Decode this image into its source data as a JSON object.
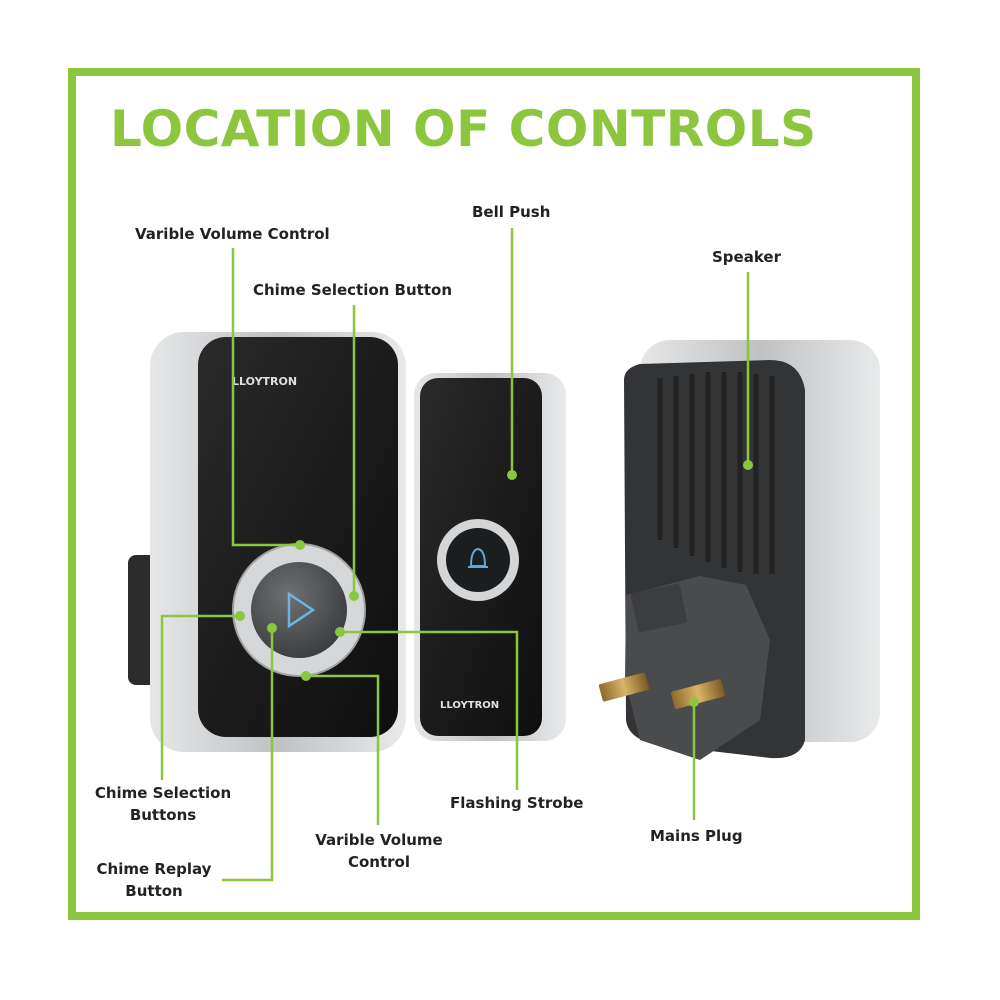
{
  "title": "LOCATION OF CONTROLS",
  "brand": "LLOYTRON",
  "labels": {
    "volume_top": "Varible Volume Control",
    "bell_push": "Bell Push",
    "chime_selection_button": "Chime Selection Button",
    "speaker": "Speaker",
    "chime_selection_buttons_line1": "Chime Selection",
    "chime_selection_buttons_line2": "Buttons",
    "chime_replay_line1": "Chime Replay",
    "chime_replay_line2": "Button",
    "volume_bottom_line1": "Varible Volume",
    "volume_bottom_line2": "Control",
    "flashing_strobe": "Flashing Strobe",
    "mains_plug": "Mains Plug"
  },
  "colors": {
    "accent": "#8cc63f",
    "body": "#1b1b1b",
    "silver": "#c8c9cb"
  },
  "icons": [
    "play-icon",
    "bell-icon",
    "speaker-grille-icon",
    "plug-pin-icon"
  ]
}
